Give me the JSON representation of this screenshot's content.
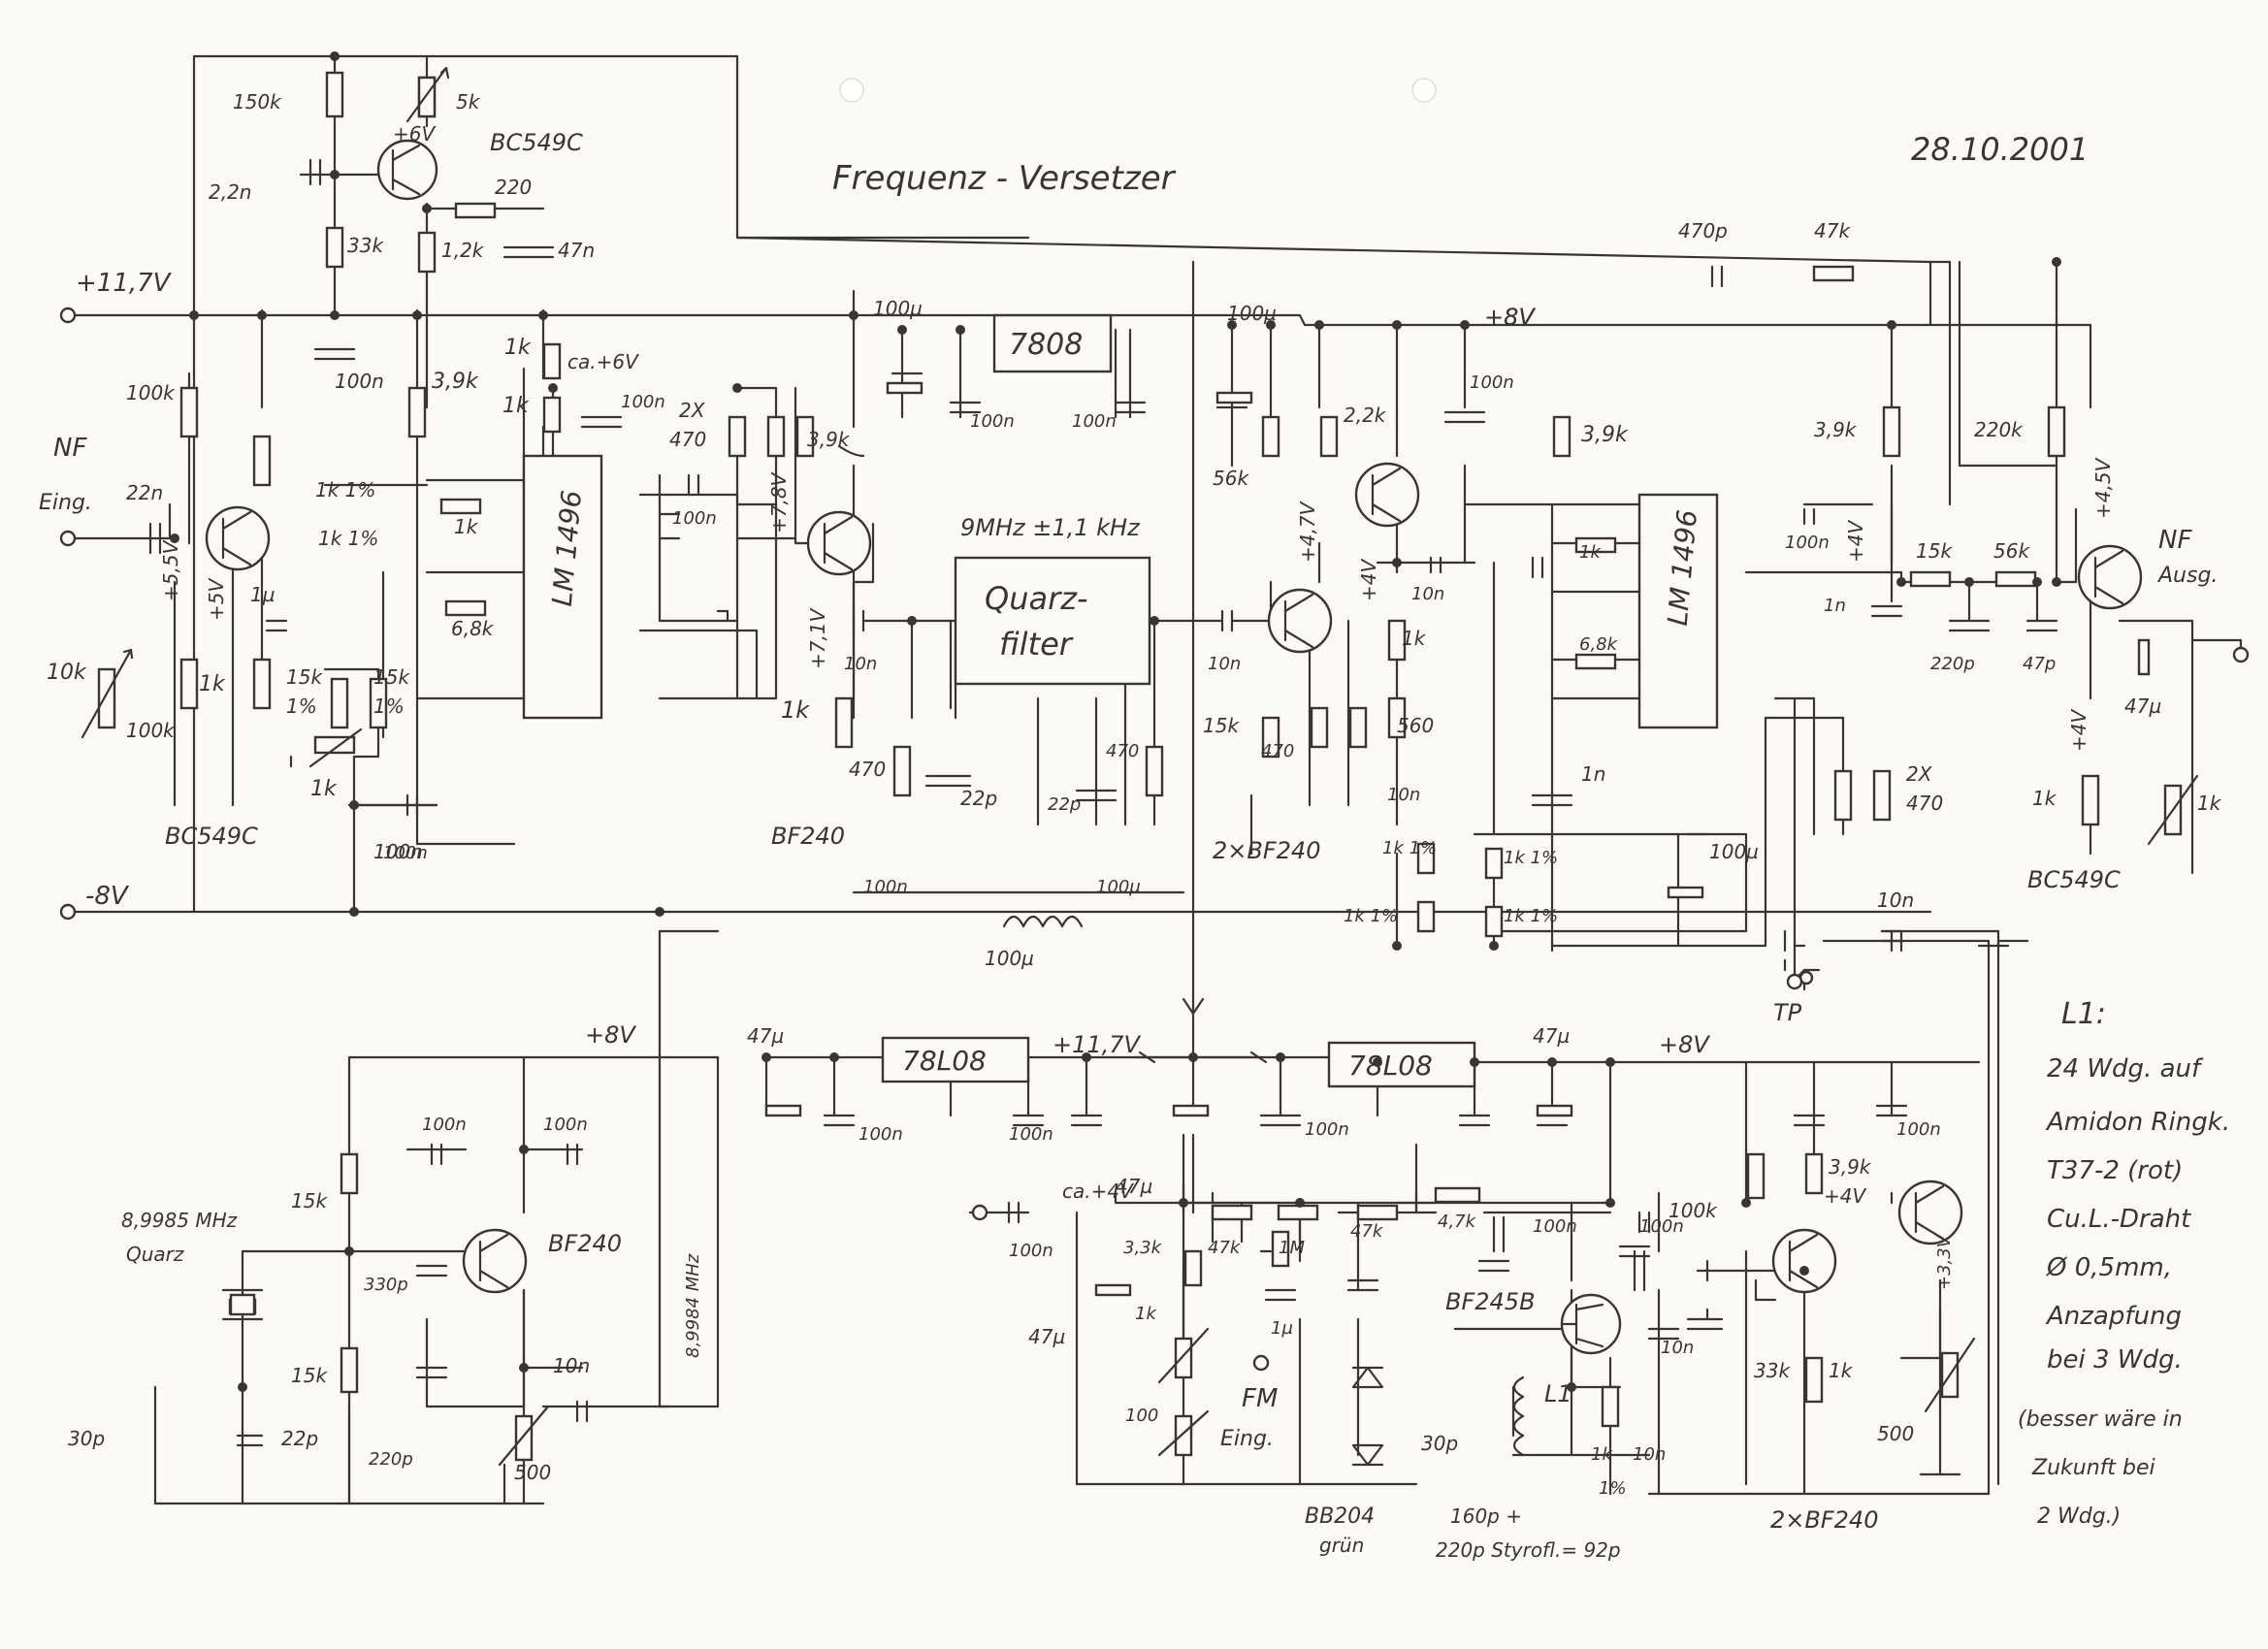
{
  "title": "Frequenz - Versetzer",
  "date": "28.10.2001",
  "rails": {
    "v_pos": "+11,7V",
    "v_neg": "-8V",
    "v_8_top": "+8V",
    "v_8_left": "+8V",
    "v_8_right": "+8V",
    "v_11_mid": "+11,7V"
  },
  "io": {
    "nf_in": "NF",
    "nf_in2": "Eing.",
    "nf_out": "NF",
    "nf_out2": "Ausg.",
    "fm_in": "FM",
    "fm_in2": "Eing.",
    "tp": "TP"
  },
  "ics": {
    "mixer1": "LM 1496",
    "mixer2": "LM 1496",
    "reg_top": "7808",
    "reg_left": "78L08",
    "reg_right": "78L08",
    "filter1": "Quarz-",
    "filter2": "filter",
    "filter_spec": "9MHz ±1,1 kHz"
  },
  "transistors": {
    "q_top": "BC549C",
    "q_in": "BC549C",
    "q_buf": "BF240",
    "q_amp": "2×BF240",
    "q_out": "BC549C",
    "q_osc": "BF240",
    "q_fet": "BF245B",
    "q_fm": "2×BF240"
  },
  "labels_top": [
    "150k",
    "5k",
    "+6V",
    "2,2n",
    "220",
    "33k",
    "1,2k",
    "47n"
  ],
  "labels_left": [
    "100k",
    "22n",
    "+5,5V",
    "+5V",
    "10k",
    "100k",
    "1k",
    "15k",
    "1%",
    "1k",
    "100n",
    "100n",
    "3,9k",
    "1k",
    "1k",
    "ca.+6V",
    "100n",
    "1k 1%",
    "1k 1%",
    "1k",
    "6,8k",
    "15k",
    "1%",
    "1µ",
    "2X",
    "470",
    "3,9k",
    "+7,8V",
    "100n"
  ],
  "labels_mid": [
    "100µ",
    "100n",
    "100n",
    "+7,1V",
    "10n",
    "1k",
    "470",
    "22p",
    "22p",
    "470",
    "100n",
    "100µ",
    "100µ",
    "100n"
  ],
  "labels_right": [
    "100µ",
    "+8V",
    "56k",
    "2,2k",
    "+4,7V",
    "100n",
    "3,9k",
    "+4V",
    "10n",
    "10n",
    "15k",
    "470",
    "1k",
    "560",
    "10n",
    "1k 1%",
    "1k 1%",
    "1k 1%",
    "1k 1%",
    "1k",
    "6,8k",
    "1n",
    "100n",
    "100µ",
    "3,9k",
    "+4V",
    "15k",
    "56k",
    "1n",
    "220p",
    "47p",
    "2X",
    "470",
    "220k",
    "+4,5V",
    "+4V",
    "47µ",
    "1k",
    "1k",
    "10n",
    "470p",
    "47k"
  ],
  "labels_bottom_left": [
    "47µ",
    "100n",
    "15k",
    "100n",
    "100n",
    "8,9985 MHz",
    "Quarz",
    "330p",
    "15k",
    "220p",
    "10n",
    "500",
    "30p",
    "22p",
    "8,9984 MHz"
  ],
  "labels_bottom_right": [
    "47µ",
    "100n",
    "47µ",
    "100n",
    "ca.+4V",
    "100n",
    "3,3k",
    "47k",
    "1M",
    "47k",
    "4,7k",
    "100n",
    "100n",
    "47µ",
    "1k",
    "1µ",
    "100",
    "30p",
    "L1",
    "1k",
    "1%",
    "10n",
    "10n",
    "160p +",
    "220p Styrofl.= 92p",
    "BB204",
    "grün",
    "100k",
    "3,9k",
    "+4V",
    "33k",
    "1k",
    "+3,3V",
    "500",
    "100n"
  ],
  "notes": [
    "L1:",
    "24 Wdg. auf",
    "Amidon Ringk.",
    "T37-2 (rot)",
    "Cu.L.-Draht",
    "Ø 0,5mm,",
    "Anzapfung",
    "bei 3 Wdg.",
    "(besser wäre in",
    "Zukunft bei",
    "2 Wdg.)"
  ]
}
